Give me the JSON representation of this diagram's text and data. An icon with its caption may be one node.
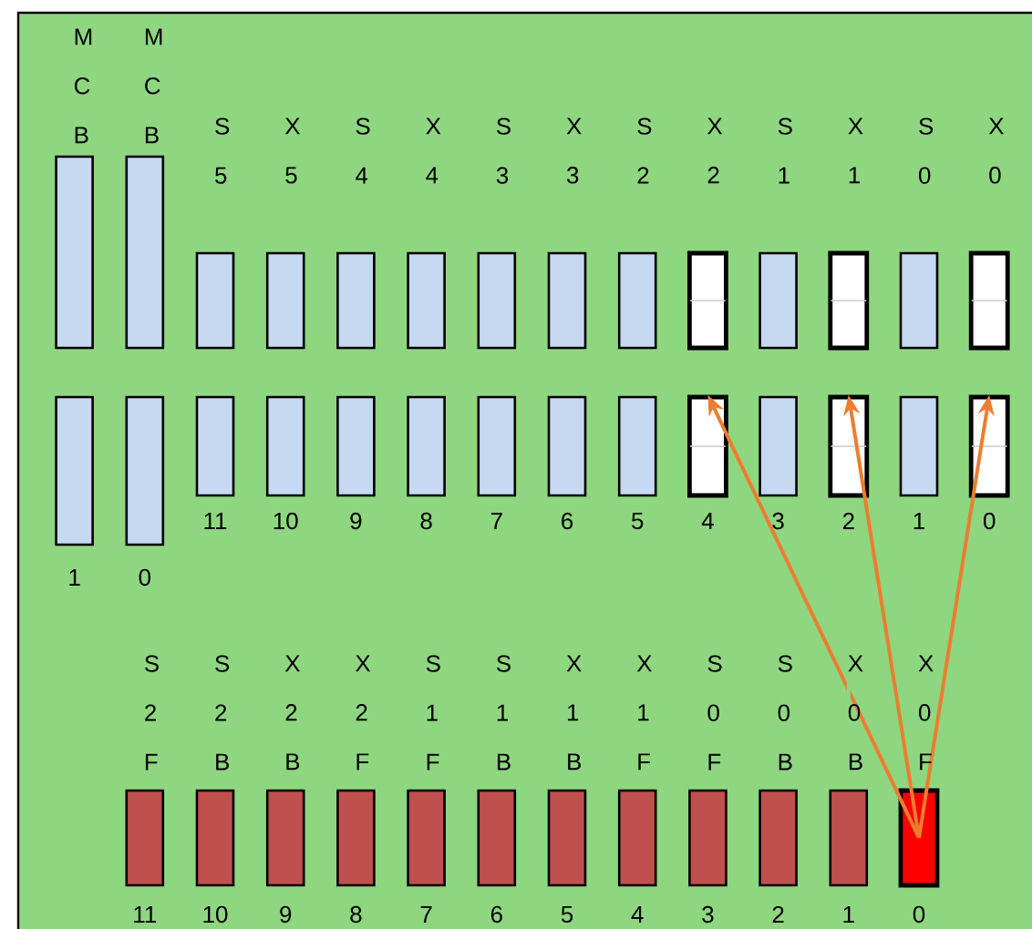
{
  "diagram": {
    "nodes": [
      {
        "text": [],
        "shape": "box",
        "beside": [
          "M C B"
        ]
      },
      {
        "text": [],
        "shape": "box",
        "beside": [
          "M C B"
        ]
      },
      {
        "text": [],
        "shape": "box",
        "beside": [
          "S 5"
        ]
      },
      {
        "text": [],
        "shape": "box",
        "beside": [
          "X 5"
        ]
      },
      {
        "text": [],
        "shape": "box",
        "beside": [
          "S 4"
        ]
      },
      {
        "text": [],
        "shape": "box",
        "beside": [
          "X 4"
        ]
      },
      {
        "text": [],
        "shape": "box",
        "beside": [
          "S 3"
        ]
      },
      {
        "text": [],
        "shape": "box",
        "beside": [
          "X 3"
        ]
      },
      {
        "text": [],
        "shape": "box",
        "beside": [
          "S 2"
        ]
      },
      {
        "text": [],
        "shape": "box",
        "beside": [
          "X 2"
        ]
      },
      {
        "text": [],
        "shape": "box",
        "beside": [
          "S 1"
        ]
      },
      {
        "text": [],
        "shape": "box",
        "beside": [
          "X 1"
        ]
      },
      {
        "text": [],
        "shape": "box",
        "beside": [
          "S 0"
        ]
      },
      {
        "text": [],
        "shape": "box",
        "beside": [
          "X 0"
        ]
      },
      {
        "text": [],
        "shape": "box",
        "beside": [
          "1"
        ]
      },
      {
        "text": [],
        "shape": "box",
        "beside": [
          "0"
        ]
      },
      {
        "text": [],
        "shape": "box",
        "beside": [
          "11"
        ]
      },
      {
        "text": [],
        "shape": "box",
        "beside": [
          "10"
        ]
      },
      {
        "text": [],
        "shape": "box",
        "beside": [
          "9"
        ]
      },
      {
        "text": [],
        "shape": "box",
        "beside": [
          "8"
        ]
      },
      {
        "text": [],
        "shape": "box",
        "beside": [
          "7"
        ]
      },
      {
        "text": [],
        "shape": "box",
        "beside": [
          "6"
        ]
      },
      {
        "text": [],
        "shape": "box",
        "beside": [
          "5"
        ]
      },
      {
        "text": [],
        "shape": "box",
        "beside": [
          "4"
        ]
      },
      {
        "text": [],
        "shape": "box",
        "beside": [
          "3"
        ]
      },
      {
        "text": [],
        "shape": "box",
        "beside": [
          "2"
        ]
      },
      {
        "text": [],
        "shape": "box",
        "beside": [
          "1"
        ]
      },
      {
        "text": [],
        "shape": "box",
        "beside": [
          "0"
        ]
      },
      {
        "text": [],
        "shape": "box",
        "beside": [
          "S 2 F",
          "11"
        ]
      },
      {
        "text": [],
        "shape": "box",
        "beside": [
          "S 2 B",
          "10"
        ]
      },
      {
        "text": [],
        "shape": "box",
        "beside": [
          "X 2 B",
          "9"
        ]
      },
      {
        "text": [],
        "shape": "box",
        "beside": [
          "X 2 F",
          "8"
        ]
      },
      {
        "text": [],
        "shape": "box",
        "beside": [
          "S 1 F",
          "7"
        ]
      },
      {
        "text": [],
        "shape": "box",
        "beside": [
          "S 1 B",
          "6"
        ]
      },
      {
        "text": [],
        "shape": "box",
        "beside": [
          "X 1 B",
          "5"
        ]
      },
      {
        "text": [],
        "shape": "box",
        "beside": [
          "X 1 F",
          "4"
        ]
      },
      {
        "text": [],
        "shape": "box",
        "beside": [
          "S 0 F",
          "3"
        ]
      },
      {
        "text": [],
        "shape": "box",
        "beside": [
          "S 0 B",
          "2"
        ]
      },
      {
        "text": [],
        "shape": "box",
        "beside": [
          "X 0 B",
          "1"
        ]
      },
      {
        "text": [],
        "shape": "box",
        "beside": [
          "X 0 F",
          "0"
        ]
      }
    ],
    "edges": [
      {
        "from": 39,
        "to": 23,
        "arrow": "to"
      },
      {
        "from": 39,
        "to": 25,
        "arrow": "to"
      },
      {
        "from": 39,
        "to": 27,
        "arrow": "to"
      }
    ]
  }
}
